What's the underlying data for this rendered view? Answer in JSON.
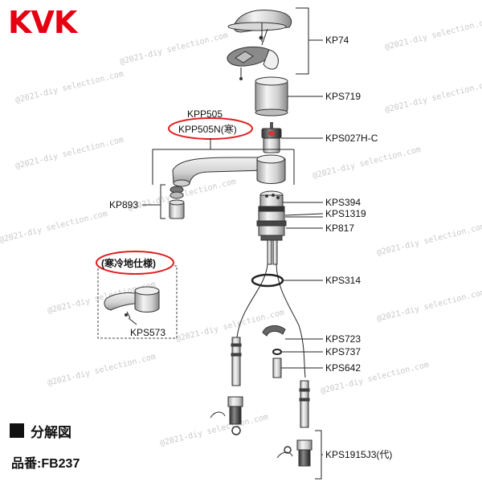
{
  "brand": {
    "name": "KVK",
    "color": "#e60012"
  },
  "watermark": "@2021-diy selection.com",
  "highlight_color": "#e02020",
  "parts": {
    "kp74": "KP74",
    "kps719": "KPS719",
    "kpp505": "KPP505",
    "kpp505n": "KPP505N(寒)",
    "kps027h": "KPS027H-C",
    "kp893": "KP893",
    "kps394": "KPS394",
    "kps1319": "KPS1319",
    "kp817": "KP817",
    "cold_spec": "(寒冷地仕様)",
    "kps314": "KPS314",
    "kps573": "KPS573",
    "kps723": "KPS723",
    "kps737": "KPS737",
    "kps642": "KPS642",
    "kps1915": "KPS1915J3(代)"
  },
  "footer": {
    "title": "分解図",
    "model": "品番:FB237"
  }
}
